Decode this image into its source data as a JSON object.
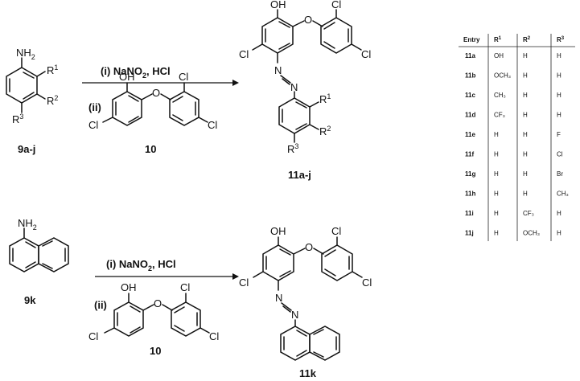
{
  "scheme1": {
    "reactant_label": "9a-j",
    "reactant_nh2": "NH",
    "reactant_nh2_sub": "2",
    "r1": "R",
    "r1_sup": "1",
    "r2": "R",
    "r2_sup": "2",
    "r3": "R",
    "r3_sup": "3",
    "step1": "(i)  NaNO",
    "step1_sub": "2",
    "step1_tail": ", HCl",
    "step2": "(ii)",
    "reagent_label": "10",
    "product_label": "11a-j",
    "n1": "N",
    "n2": "N"
  },
  "scheme2": {
    "reactant_label": "9k",
    "reactant_nh2": "NH",
    "reactant_nh2_sub": "2",
    "step1": "(i)  NaNO",
    "step1_sub": "2",
    "step1_tail": ", HCl",
    "step2": "(ii)",
    "reagent_label": "10",
    "product_label": "11k",
    "n1": "N",
    "n2": "N"
  },
  "atoms": {
    "oh": "OH",
    "cl": "Cl",
    "o": "O"
  },
  "table": {
    "headers": [
      "Entry",
      "R",
      "R",
      "R"
    ],
    "header_sups": [
      "",
      "1",
      "2",
      "3"
    ],
    "rows": [
      [
        "11a",
        "OH",
        "H",
        "H"
      ],
      [
        "11b",
        "OCH₃",
        "H",
        "H"
      ],
      [
        "11c",
        "CH₃",
        "H",
        "H"
      ],
      [
        "11d",
        "CF₃",
        "H",
        "H"
      ],
      [
        "11e",
        "H",
        "H",
        "F"
      ],
      [
        "11f",
        "H",
        "H",
        "Cl"
      ],
      [
        "11g",
        "H",
        "H",
        "Br"
      ],
      [
        "11h",
        "H",
        "H",
        "CH₃"
      ],
      [
        "11i",
        "H",
        "CF₃",
        "H"
      ],
      [
        "11j",
        "H",
        "OCH₃",
        "H"
      ]
    ]
  }
}
